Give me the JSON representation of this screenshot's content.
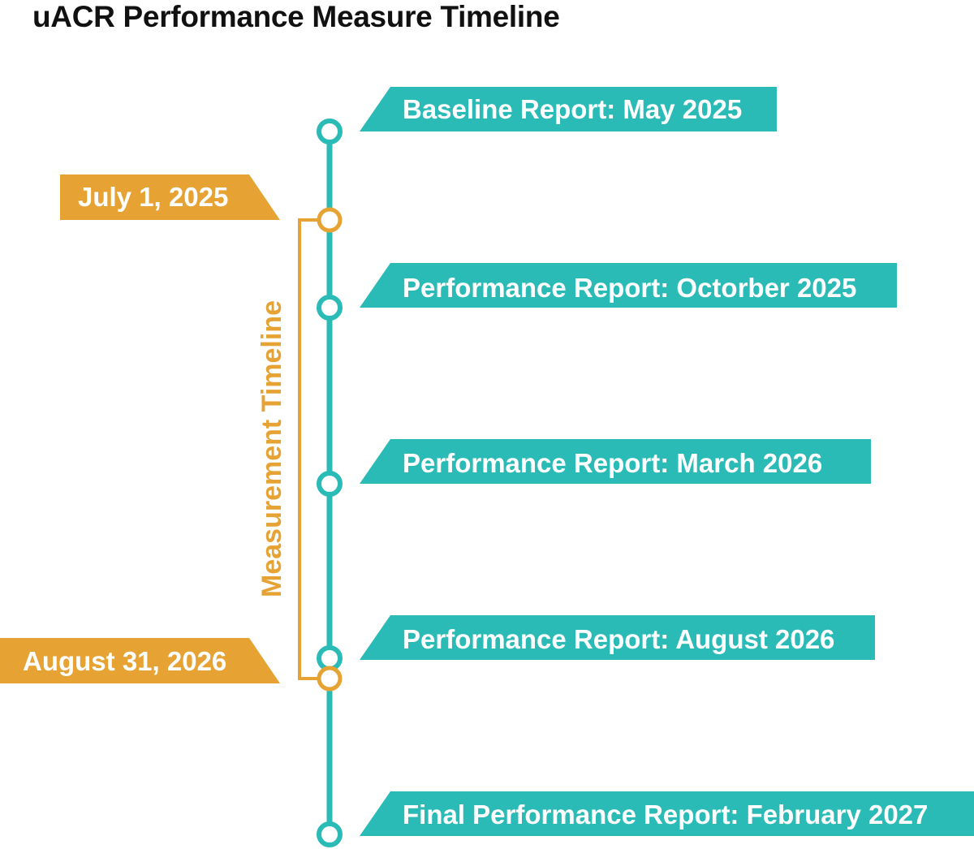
{
  "title": "uACR Performance Measure Timeline",
  "colors": {
    "teal": "#2bbbb6",
    "orange": "#e6a232",
    "text_dark": "#111111"
  },
  "reports": [
    {
      "label": "Baseline Report: May 2025"
    },
    {
      "label": "Performance Report: Octorber 2025"
    },
    {
      "label": "Performance Report: March 2026"
    },
    {
      "label": "Performance Report: August 2026"
    },
    {
      "label": "Final Performance Report: February 2027"
    }
  ],
  "measurement": {
    "label": "Measurement Timeline",
    "start": "July 1, 2025",
    "end": "August 31, 2026"
  }
}
